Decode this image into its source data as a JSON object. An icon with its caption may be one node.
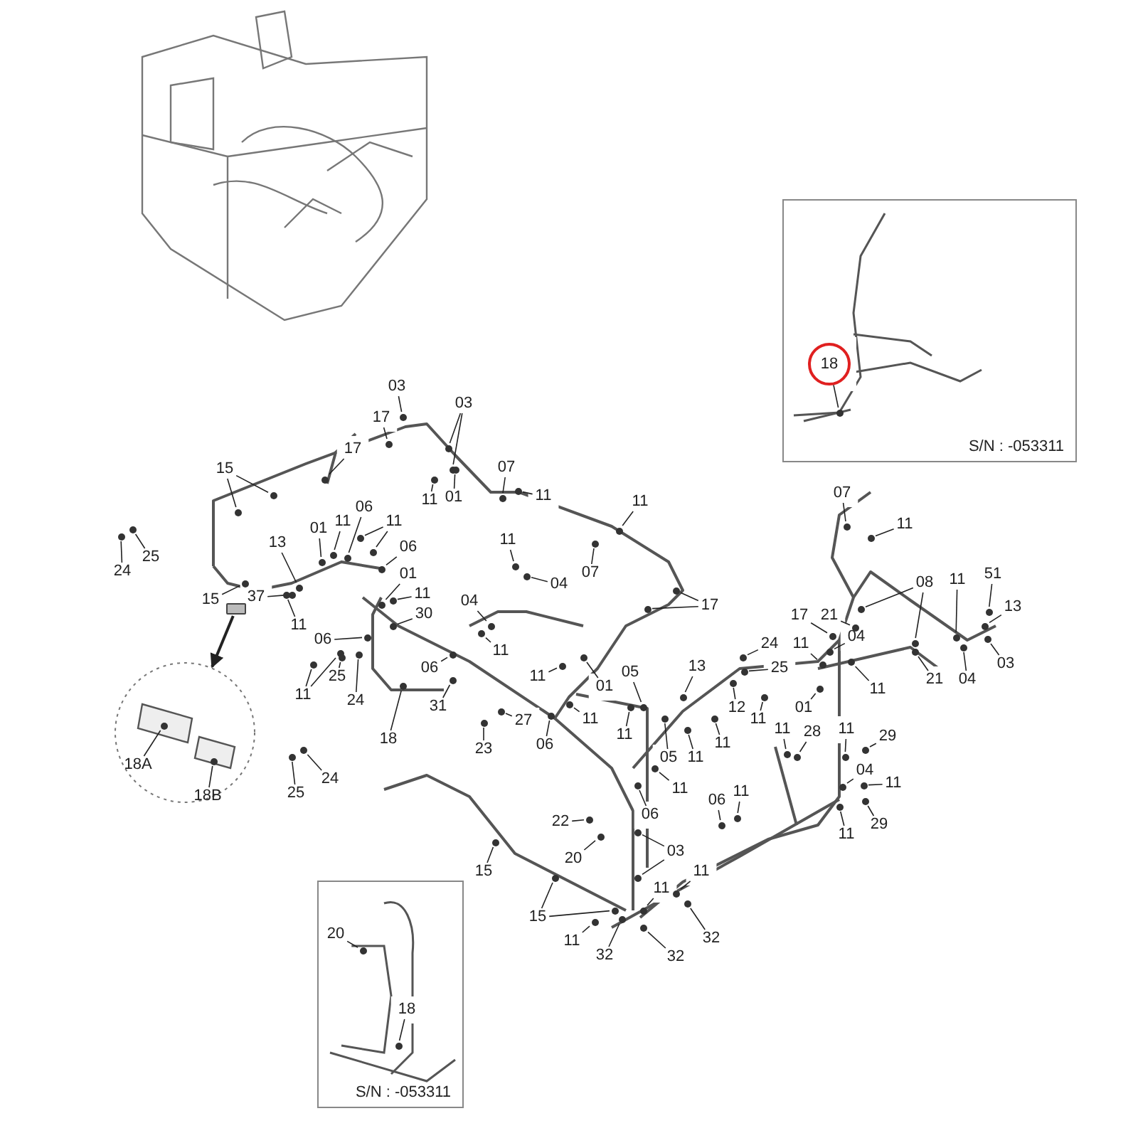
{
  "diagram": {
    "nodes": [
      {
        "text": [
          "S/N : -053311"
        ]
      },
      {
        "text": [
          "18"
        ],
        "in": 0
      },
      {
        "text": [
          "03"
        ]
      },
      {
        "text": [
          "03"
        ]
      },
      {
        "text": [
          "17"
        ]
      },
      {
        "text": [
          "17"
        ]
      },
      {
        "text": [
          "15"
        ]
      },
      {
        "text": [
          "07"
        ]
      },
      {
        "text": [
          "11"
        ]
      },
      {
        "text": [
          "01"
        ]
      },
      {
        "text": [
          "11"
        ]
      },
      {
        "text": [
          "11"
        ]
      },
      {
        "text": [
          "11"
        ]
      },
      {
        "text": [
          "07"
        ]
      },
      {
        "text": [
          "04"
        ]
      },
      {
        "text": [
          "17"
        ]
      },
      {
        "text": [
          "25"
        ]
      },
      {
        "text": [
          "24"
        ]
      },
      {
        "text": [
          "13"
        ]
      },
      {
        "text": [
          "01"
        ]
      },
      {
        "text": [
          "11"
        ]
      },
      {
        "text": [
          "06"
        ]
      },
      {
        "text": [
          "11"
        ]
      },
      {
        "text": [
          "06"
        ]
      },
      {
        "text": [
          "01"
        ]
      },
      {
        "text": [
          "11"
        ]
      },
      {
        "text": [
          "30"
        ]
      },
      {
        "text": [
          "15"
        ]
      },
      {
        "text": [
          "37"
        ]
      },
      {
        "text": [
          "11"
        ]
      },
      {
        "text": [
          "06"
        ]
      },
      {
        "text": [
          "04"
        ]
      },
      {
        "text": [
          "11"
        ]
      },
      {
        "text": [
          "06"
        ]
      },
      {
        "text": [
          "11"
        ]
      },
      {
        "text": [
          "25"
        ]
      },
      {
        "text": [
          "24"
        ]
      },
      {
        "text": [
          "31"
        ]
      },
      {
        "text": [
          "18"
        ]
      },
      {
        "text": [
          "27"
        ]
      },
      {
        "text": [
          "23"
        ]
      },
      {
        "text": [
          "11"
        ]
      },
      {
        "text": [
          "01"
        ]
      },
      {
        "text": [
          "11"
        ]
      },
      {
        "text": [
          "06"
        ]
      },
      {
        "text": [
          "05"
        ]
      },
      {
        "text": [
          "11"
        ]
      },
      {
        "text": [
          "05"
        ]
      },
      {
        "text": [
          "11"
        ]
      },
      {
        "text": [
          "13"
        ]
      },
      {
        "text": [
          "12"
        ]
      },
      {
        "text": [
          "11"
        ]
      },
      {
        "text": [
          "11"
        ]
      },
      {
        "text": [
          "24"
        ]
      },
      {
        "text": [
          "25"
        ]
      },
      {
        "text": [
          "07"
        ]
      },
      {
        "text": [
          "11"
        ]
      },
      {
        "text": [
          "08"
        ]
      },
      {
        "text": [
          "11"
        ]
      },
      {
        "text": [
          "51"
        ]
      },
      {
        "text": [
          "13"
        ]
      },
      {
        "text": [
          "03"
        ]
      },
      {
        "text": [
          "17"
        ]
      },
      {
        "text": [
          "21"
        ]
      },
      {
        "text": [
          "04"
        ]
      },
      {
        "text": [
          "11"
        ]
      },
      {
        "text": [
          "11"
        ]
      },
      {
        "text": [
          "21"
        ]
      },
      {
        "text": [
          "04"
        ]
      },
      {
        "text": [
          "01"
        ]
      },
      {
        "text": [
          "11"
        ]
      },
      {
        "text": [
          "28"
        ]
      },
      {
        "text": [
          "11"
        ]
      },
      {
        "text": [
          "29"
        ]
      },
      {
        "text": [
          "04"
        ]
      },
      {
        "text": [
          "11"
        ]
      },
      {
        "text": [
          "11"
        ]
      },
      {
        "text": [
          "29"
        ]
      },
      {
        "text": [
          "06"
        ]
      },
      {
        "text": [
          "11"
        ]
      },
      {
        "text": [
          "11"
        ]
      },
      {
        "text": [
          "06"
        ]
      },
      {
        "text": [
          "22"
        ]
      },
      {
        "text": [
          "20"
        ]
      },
      {
        "text": [
          "03"
        ]
      },
      {
        "text": [
          "15"
        ]
      },
      {
        "text": [
          "15"
        ]
      },
      {
        "text": [
          "11"
        ]
      },
      {
        "text": [
          "11"
        ]
      },
      {
        "text": [
          "11"
        ]
      },
      {
        "text": [
          "32"
        ]
      },
      {
        "text": [
          "32"
        ]
      },
      {
        "text": [
          "32"
        ]
      },
      {
        "text": [
          "25"
        ]
      },
      {
        "text": [
          "24"
        ]
      },
      {
        "text": [],
        "shape": "circle"
      },
      {
        "text": [
          "18A"
        ],
        "in": 95
      },
      {
        "text": [
          "18B"
        ],
        "in": 95
      },
      {
        "text": [
          "S/N : -053311"
        ]
      },
      {
        "text": [
          "20"
        ],
        "in": 98
      },
      {
        "text": [
          "18"
        ],
        "in": 98
      },
      {
        "text": [],
        "shape": "circle",
        "in": 0
      },
      {
        "text": [],
        "shape": "circle"
      },
      {
        "text": [],
        "shape": "circle"
      },
      {
        "text": [],
        "shape": "circle"
      },
      {
        "text": [],
        "shape": "circle"
      },
      {
        "text": [],
        "shape": "circle"
      },
      {
        "text": [],
        "shape": "circle"
      },
      {
        "text": [],
        "shape": "circle"
      },
      {
        "text": [],
        "shape": "circle"
      },
      {
        "text": [],
        "shape": "circle"
      },
      {
        "text": [],
        "shape": "circle"
      },
      {
        "text": [],
        "shape": "circle"
      },
      {
        "text": [],
        "shape": "circle"
      },
      {
        "text": [],
        "shape": "circle"
      },
      {
        "text": [],
        "shape": "circle"
      },
      {
        "text": [],
        "shape": "circle"
      },
      {
        "text": [],
        "shape": "circle"
      },
      {
        "text": [],
        "shape": "circle"
      },
      {
        "text": [],
        "shape": "circle"
      },
      {
        "text": [],
        "shape": "circle"
      },
      {
        "text": [],
        "shape": "circle"
      },
      {
        "text": [],
        "shape": "circle"
      },
      {
        "text": [],
        "shape": "circle"
      },
      {
        "text": [],
        "shape": "circle"
      },
      {
        "text": [],
        "shape": "circle"
      },
      {
        "text": [],
        "shape": "circle"
      },
      {
        "text": [],
        "shape": "circle"
      },
      {
        "text": [],
        "shape": "circle"
      },
      {
        "text": [],
        "shape": "circle"
      },
      {
        "text": [],
        "shape": "circle"
      },
      {
        "text": [],
        "shape": "circle"
      },
      {
        "text": [],
        "shape": "circle"
      },
      {
        "text": [],
        "shape": "circle"
      },
      {
        "text": [],
        "shape": "circle"
      },
      {
        "text": [],
        "shape": "circle"
      },
      {
        "text": [],
        "shape": "circle"
      },
      {
        "text": [],
        "shape": "circle"
      },
      {
        "text": [],
        "shape": "circle"
      },
      {
        "text": [],
        "shape": "circle"
      },
      {
        "text": [],
        "shape": "circle"
      },
      {
        "text": [],
        "shape": "circle"
      },
      {
        "text": [],
        "shape": "circle"
      },
      {
        "text": [],
        "shape": "circle"
      },
      {
        "text": [],
        "shape": "circle"
      },
      {
        "text": [],
        "shape": "circle"
      },
      {
        "text": [],
        "shape": "circle"
      },
      {
        "text": [],
        "shape": "circle"
      },
      {
        "text": [],
        "shape": "circle"
      },
      {
        "text": [],
        "shape": "circle"
      },
      {
        "text": [],
        "shape": "circle"
      },
      {
        "text": [],
        "shape": "circle"
      },
      {
        "text": [],
        "shape": "circle"
      },
      {
        "text": [],
        "shape": "circle"
      },
      {
        "text": [],
        "shape": "circle"
      },
      {
        "text": [],
        "shape": "circle"
      },
      {
        "text": [],
        "shape": "circle"
      },
      {
        "text": [],
        "shape": "circle"
      },
      {
        "text": [],
        "shape": "circle"
      },
      {
        "text": [],
        "shape": "circle"
      },
      {
        "text": [],
        "shape": "circle"
      },
      {
        "text": [],
        "shape": "circle"
      },
      {
        "text": [],
        "shape": "circle"
      },
      {
        "text": [],
        "shape": "circle"
      },
      {
        "text": [],
        "shape": "circle"
      },
      {
        "text": [],
        "shape": "circle"
      },
      {
        "text": [],
        "shape": "circle"
      },
      {
        "text": [],
        "shape": "circle"
      },
      {
        "text": [],
        "shape": "circle"
      },
      {
        "text": [],
        "shape": "circle"
      },
      {
        "text": [],
        "shape": "circle"
      },
      {
        "text": [],
        "shape": "circle"
      },
      {
        "text": [],
        "shape": "circle"
      },
      {
        "text": [],
        "shape": "circle"
      },
      {
        "text": [],
        "shape": "circle"
      },
      {
        "text": [],
        "shape": "circle"
      },
      {
        "text": [],
        "shape": "circle"
      },
      {
        "text": [],
        "shape": "circle"
      },
      {
        "text": [],
        "shape": "circle"
      },
      {
        "text": [],
        "shape": "circle"
      },
      {
        "text": [],
        "shape": "circle"
      },
      {
        "text": [],
        "shape": "circle"
      },
      {
        "text": [],
        "shape": "circle"
      },
      {
        "text": [],
        "shape": "circle"
      },
      {
        "text": [],
        "shape": "circle"
      },
      {
        "text": [],
        "shape": "circle"
      },
      {
        "text": [],
        "shape": "circle"
      },
      {
        "text": [],
        "shape": "circle"
      },
      {
        "text": [],
        "shape": "circle"
      },
      {
        "text": [],
        "shape": "circle"
      },
      {
        "text": [],
        "shape": "circle"
      },
      {
        "text": [],
        "shape": "circle"
      },
      {
        "text": [],
        "shape": "circle"
      },
      {
        "text": [],
        "shape": "circle"
      },
      {
        "text": [],
        "shape": "circle"
      },
      {
        "text": [],
        "shape": "circle"
      },
      {
        "text": [],
        "shape": "circle"
      },
      {
        "text": [],
        "shape": "circle"
      },
      {
        "text": [],
        "shape": "circle"
      },
      {
        "text": [],
        "shape": "circle"
      },
      {
        "text": [],
        "shape": "circle"
      },
      {
        "text": [],
        "shape": "circle"
      },
      {
        "text": [],
        "shape": "circle"
      },
      {
        "text": [],
        "shape": "box"
      },
      {
        "text": [],
        "shape": "circle",
        "in": 95
      },
      {
        "text": [],
        "shape": "circle",
        "in": 95
      },
      {
        "text": [],
        "shape": "circle",
        "in": 98
      },
      {
        "text": [],
        "shape": "circle",
        "in": 98
      }
    ],
    "edges": [
      {
        "from": 1,
        "to": 101,
        "arrow": "none"
      },
      {
        "from": 2,
        "to": 102,
        "arrow": "none"
      },
      {
        "from": 3,
        "to": 103,
        "arrow": "none"
      },
      {
        "from": 3,
        "to": 104,
        "arrow": "none"
      },
      {
        "from": 4,
        "to": 105,
        "arrow": "none"
      },
      {
        "from": 5,
        "to": 106,
        "arrow": "none"
      },
      {
        "from": 6,
        "to": 107,
        "arrow": "none"
      },
      {
        "from": 6,
        "to": 108,
        "arrow": "none"
      },
      {
        "from": 7,
        "to": 109,
        "arrow": "none"
      },
      {
        "from": 8,
        "to": 110,
        "arrow": "none"
      },
      {
        "from": 9,
        "to": 111,
        "arrow": "none"
      },
      {
        "from": 10,
        "to": 112,
        "arrow": "none"
      },
      {
        "from": 11,
        "to": 113,
        "arrow": "none"
      },
      {
        "from": 12,
        "to": 114,
        "arrow": "none"
      },
      {
        "from": 13,
        "to": 115,
        "arrow": "none"
      },
      {
        "from": 14,
        "to": 116,
        "arrow": "none"
      },
      {
        "from": 15,
        "to": 117,
        "arrow": "none"
      },
      {
        "from": 15,
        "to": 118,
        "arrow": "none"
      },
      {
        "from": 16,
        "to": 119,
        "arrow": "none"
      },
      {
        "from": 17,
        "to": 120,
        "arrow": "none"
      },
      {
        "from": 18,
        "to": 121,
        "arrow": "none"
      },
      {
        "from": 19,
        "to": 122,
        "arrow": "none"
      },
      {
        "from": 20,
        "to": 123,
        "arrow": "none"
      },
      {
        "from": 21,
        "to": 124,
        "arrow": "none"
      },
      {
        "from": 22,
        "to": 125,
        "arrow": "none"
      },
      {
        "from": 22,
        "to": 126,
        "arrow": "none"
      },
      {
        "from": 23,
        "to": 127,
        "arrow": "none"
      },
      {
        "from": 24,
        "to": 128,
        "arrow": "none"
      },
      {
        "from": 25,
        "to": 129,
        "arrow": "none"
      },
      {
        "from": 26,
        "to": 130,
        "arrow": "none"
      },
      {
        "from": 27,
        "to": 131,
        "arrow": "none"
      },
      {
        "from": 28,
        "to": 132,
        "arrow": "none"
      },
      {
        "from": 29,
        "to": 133,
        "arrow": "none"
      },
      {
        "from": 30,
        "to": 134,
        "arrow": "none"
      },
      {
        "from": 31,
        "to": 135,
        "arrow": "none"
      },
      {
        "from": 32,
        "to": 136,
        "arrow": "none"
      },
      {
        "from": 33,
        "to": 137,
        "arrow": "none"
      },
      {
        "from": 34,
        "to": 138,
        "arrow": "none"
      },
      {
        "from": 34,
        "to": 139,
        "arrow": "none"
      },
      {
        "from": 35,
        "to": 140,
        "arrow": "none"
      },
      {
        "from": 36,
        "to": 141,
        "arrow": "none"
      },
      {
        "from": 37,
        "to": 142,
        "arrow": "none"
      },
      {
        "from": 38,
        "to": 143,
        "arrow": "none"
      },
      {
        "from": 39,
        "to": 144,
        "arrow": "none"
      },
      {
        "from": 40,
        "to": 145,
        "arrow": "none"
      },
      {
        "from": 41,
        "to": 146,
        "arrow": "none"
      },
      {
        "from": 42,
        "to": 147,
        "arrow": "none"
      },
      {
        "from": 43,
        "to": 148,
        "arrow": "none"
      },
      {
        "from": 44,
        "to": 149,
        "arrow": "none"
      },
      {
        "from": 45,
        "to": 150,
        "arrow": "none"
      },
      {
        "from": 46,
        "to": 151,
        "arrow": "none"
      },
      {
        "from": 47,
        "to": 152,
        "arrow": "none"
      },
      {
        "from": 48,
        "to": 153,
        "arrow": "none"
      },
      {
        "from": 49,
        "to": 154,
        "arrow": "none"
      },
      {
        "from": 50,
        "to": 155,
        "arrow": "none"
      },
      {
        "from": 51,
        "to": 156,
        "arrow": "none"
      },
      {
        "from": 52,
        "to": 157,
        "arrow": "none"
      },
      {
        "from": 53,
        "to": 158,
        "arrow": "none"
      },
      {
        "from": 54,
        "to": 159,
        "arrow": "none"
      },
      {
        "from": 55,
        "to": 160,
        "arrow": "none"
      },
      {
        "from": 56,
        "to": 161,
        "arrow": "none"
      },
      {
        "from": 57,
        "to": 162,
        "arrow": "none"
      },
      {
        "from": 57,
        "to": 163,
        "arrow": "none"
      },
      {
        "from": 58,
        "to": 164,
        "arrow": "none"
      },
      {
        "from": 59,
        "to": 165,
        "arrow": "none"
      },
      {
        "from": 60,
        "to": 166,
        "arrow": "none"
      },
      {
        "from": 61,
        "to": 167,
        "arrow": "none"
      },
      {
        "from": 62,
        "to": 168,
        "arrow": "none"
      },
      {
        "from": 63,
        "to": 169,
        "arrow": "none"
      },
      {
        "from": 64,
        "to": 170,
        "arrow": "none"
      },
      {
        "from": 65,
        "to": 171,
        "arrow": "none"
      },
      {
        "from": 66,
        "to": 172,
        "arrow": "none"
      },
      {
        "from": 67,
        "to": 173,
        "arrow": "none"
      },
      {
        "from": 68,
        "to": 174,
        "arrow": "none"
      },
      {
        "from": 69,
        "to": 175,
        "arrow": "none"
      },
      {
        "from": 70,
        "to": 176,
        "arrow": "none"
      },
      {
        "from": 71,
        "to": 177,
        "arrow": "none"
      },
      {
        "from": 72,
        "to": 178,
        "arrow": "none"
      },
      {
        "from": 73,
        "to": 179,
        "arrow": "none"
      },
      {
        "from": 74,
        "to": 180,
        "arrow": "none"
      },
      {
        "from": 75,
        "to": 181,
        "arrow": "none"
      },
      {
        "from": 76,
        "to": 182,
        "arrow": "none"
      },
      {
        "from": 77,
        "to": 183,
        "arrow": "none"
      },
      {
        "from": 78,
        "to": 184,
        "arrow": "none"
      },
      {
        "from": 79,
        "to": 185,
        "arrow": "none"
      },
      {
        "from": 80,
        "to": 186,
        "arrow": "none"
      },
      {
        "from": 81,
        "to": 187,
        "arrow": "none"
      },
      {
        "from": 82,
        "to": 188,
        "arrow": "none"
      },
      {
        "from": 83,
        "to": 189,
        "arrow": "none"
      },
      {
        "from": 84,
        "to": 190,
        "arrow": "none"
      },
      {
        "from": 84,
        "to": 191,
        "arrow": "none"
      },
      {
        "from": 85,
        "to": 192,
        "arrow": "none"
      },
      {
        "from": 86,
        "to": 193,
        "arrow": "none"
      },
      {
        "from": 86,
        "to": 194,
        "arrow": "none"
      },
      {
        "from": 87,
        "to": 195,
        "arrow": "none"
      },
      {
        "from": 88,
        "to": 196,
        "arrow": "none"
      },
      {
        "from": 89,
        "to": 197,
        "arrow": "none"
      },
      {
        "from": 90,
        "to": 198,
        "arrow": "none"
      },
      {
        "from": 91,
        "to": 199,
        "arrow": "none"
      },
      {
        "from": 92,
        "to": 200,
        "arrow": "none"
      },
      {
        "from": 93,
        "to": 201,
        "arrow": "none"
      },
      {
        "from": 94,
        "to": 202,
        "arrow": "none"
      },
      {
        "from": 203,
        "to": 95,
        "arrow": "to"
      },
      {
        "from": 96,
        "to": 204,
        "arrow": "none"
      },
      {
        "from": 97,
        "to": 205,
        "arrow": "none"
      },
      {
        "from": 99,
        "to": 206,
        "arrow": "none"
      },
      {
        "from": 100,
        "to": 207,
        "arrow": "none"
      }
    ]
  }
}
